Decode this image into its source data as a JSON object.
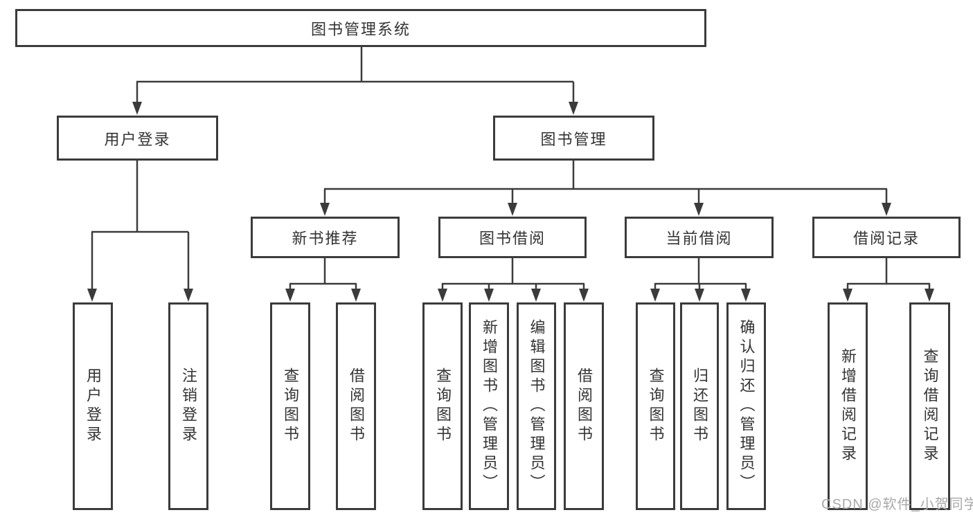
{
  "diagram": {
    "title": "图书管理系统",
    "nodes": {
      "root": "图书管理系统",
      "userLogin": "用户登录",
      "bookMgmt": "图书管理",
      "newBooks": "新书推荐",
      "borrow": "图书借阅",
      "current": "当前借阅",
      "records": "借阅记录",
      "leafUserLogin": "用户登录",
      "leafLogout": "注销登录",
      "nbQuery": "查询图书",
      "nbBorrow": "借阅图书",
      "bQuery": "查询图书",
      "bAdd": "新增图书（管理员）",
      "bEdit": "编辑图书（管理员）",
      "bBorrowLeaf": "借阅图书",
      "cQuery": "查询图书",
      "cReturn": "归还图书",
      "cConfirm": "确认归还（管理员）",
      "rAdd": "新增借阅记录",
      "rQuery": "查询借阅记录"
    },
    "colors": {
      "line": "#3b3b3b",
      "text": "#333333",
      "watermark": "#a9a9a9",
      "background": "#ffffff"
    }
  },
  "watermark": "CSDN @软件_小贺同学"
}
